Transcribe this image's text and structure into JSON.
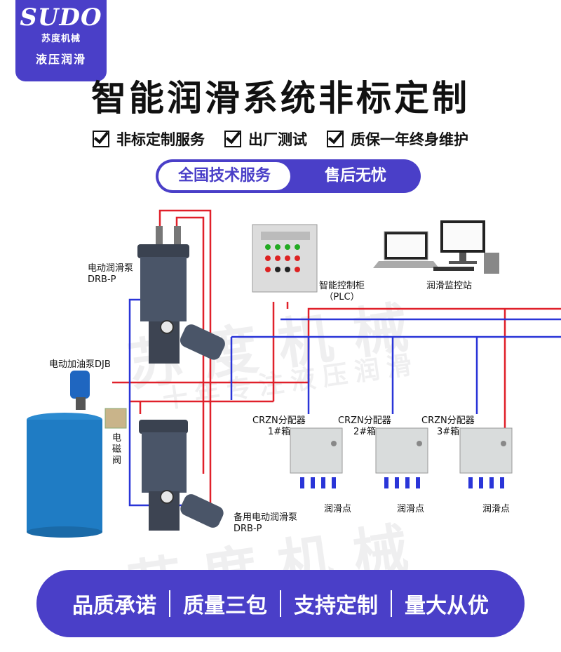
{
  "logo": {
    "brand": "SUDO",
    "brand_sub": "苏度机械",
    "tag": "液压润滑"
  },
  "title": "智能润滑系统非标定制",
  "features": [
    "非标定制服务",
    "出厂测试",
    "质保一年终身维护"
  ],
  "service": {
    "left": "全国技术服务",
    "right": "售后无忧"
  },
  "diagram": {
    "pump_main": {
      "name": "电动润滑泵",
      "model": "DRB-P"
    },
    "pump_backup": {
      "name": "备用电动润滑泵",
      "model": "DRB-P"
    },
    "refuel_pump": "电动加油泵DJB",
    "solenoid": [
      "电",
      "磁",
      "阀"
    ],
    "plc": {
      "name": "智能控制柜",
      "sub": "（PLC）"
    },
    "monitor": "润滑监控站",
    "distributors": [
      {
        "name": "CRZN分配器",
        "box": "1#箱",
        "point": "润滑点"
      },
      {
        "name": "CRZN分配器",
        "box": "2#箱",
        "point": "润滑点"
      },
      {
        "name": "CRZN分配器",
        "box": "3#箱",
        "point": "润滑点"
      }
    ]
  },
  "watermark": {
    "text1": "苏度机械",
    "text2": "十年专注液压润滑"
  },
  "footer": [
    "品质承诺",
    "质量三包",
    "支持定制",
    "量大从优"
  ],
  "colors": {
    "brand": "#4a3fc8",
    "pipe_red": "#e0202a",
    "pipe_blue": "#2a35d8",
    "tank": "#1f7cc4",
    "pump": "#4a5568"
  }
}
